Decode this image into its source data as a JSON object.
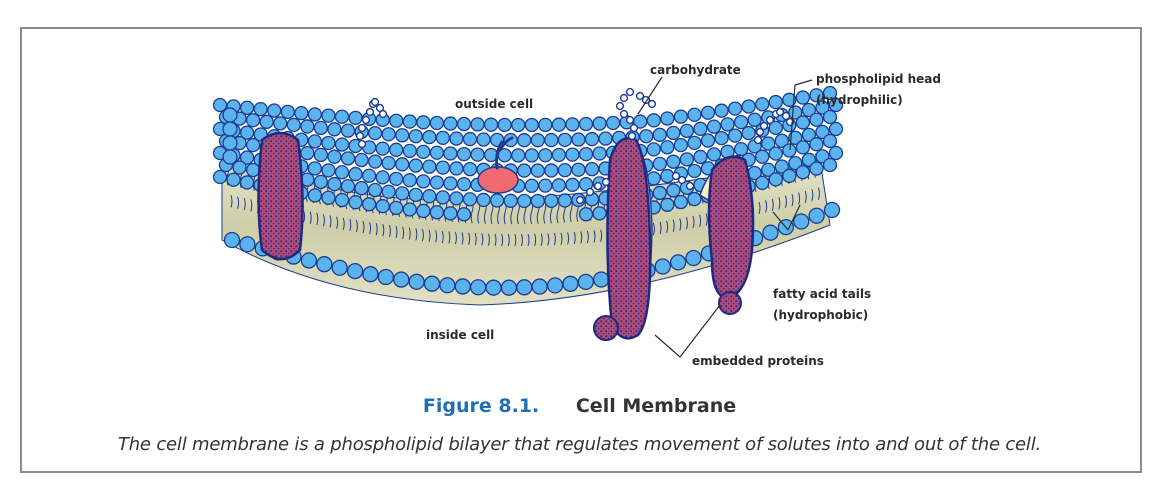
{
  "labels": {
    "outside_cell": "outside cell",
    "inside_cell": "inside cell",
    "carbohydrate": "carbohydrate",
    "head_line1": "phospholipid head",
    "head_line2": "(hydrophilic)",
    "tails_line1": "fatty acid tails",
    "tails_line2": "(hydrophobic)",
    "embedded_proteins": "embedded proteins"
  },
  "caption": {
    "figure_number": "Figure 8.1.",
    "title": "Cell Membrane",
    "text": "The cell membrane is a phospholipid bilayer that regulates movement of solutes into and out of the cell."
  },
  "colors": {
    "head_fill": "#5bb3ee",
    "head_stroke": "#1d3c8f",
    "tail_band": "#d9d8ba",
    "protein_fill": "#b04a78",
    "protein_dots": "#1d2a80",
    "glycoprotein": "#f06a70",
    "figure_number": "#1f6fb2",
    "frame_border": "#8c8c8c"
  }
}
